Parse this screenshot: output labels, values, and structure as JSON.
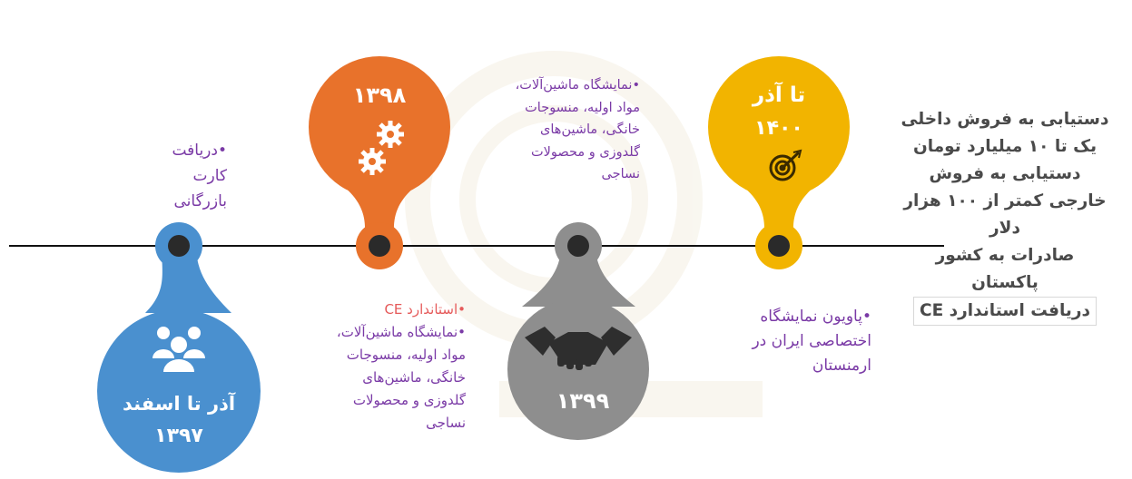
{
  "milestones": {
    "blue": {
      "label_line1": "آذر تا اسفند",
      "label_line2": "۱۳۹۷",
      "icon": "people-icon",
      "color": "#4a90cf",
      "items": [
        "•دریافت کارت",
        "بازرگانی"
      ]
    },
    "orange": {
      "label": "۱۳۹۸",
      "icon": "gears-icon",
      "color": "#e8722b",
      "top_items": [
        "•نمایشگاه ماشین‌آلات،",
        "مواد اولیه، منسوجات",
        "خانگی، ماشین‌های",
        "گلدوزی و محصولات",
        "نساجی"
      ],
      "bottom_ce": "•استاندارد CE",
      "bottom_items": [
        "•نمایشگاه ماشین‌آلات،",
        "مواد اولیه، منسوجات",
        "خانگی، ماشین‌های",
        "گلدوزی و محصولات",
        "نساجی"
      ]
    },
    "gray": {
      "label": "۱۳۹۹",
      "icon": "handshake-icon",
      "color": "#8e8e8e"
    },
    "yellow": {
      "label_line1": "تا آذر",
      "label_line2": "۱۴۰۰",
      "icon": "target-icon",
      "color": "#f2b400",
      "items": [
        "•پاویون نمایشگاه",
        "اختصاصی ایران در",
        "ارمنستان"
      ]
    }
  },
  "goals": {
    "lines": [
      "دستیابی به فروش داخلی",
      "یک تا ۱۰ میلیارد تومان",
      "دستیابی به فروش",
      "خارجی کمتر از ۱۰۰ هزار",
      "دلار",
      "صادرات به کشور",
      "پاکستان"
    ],
    "ce": "دریافت استاندارد CE"
  }
}
